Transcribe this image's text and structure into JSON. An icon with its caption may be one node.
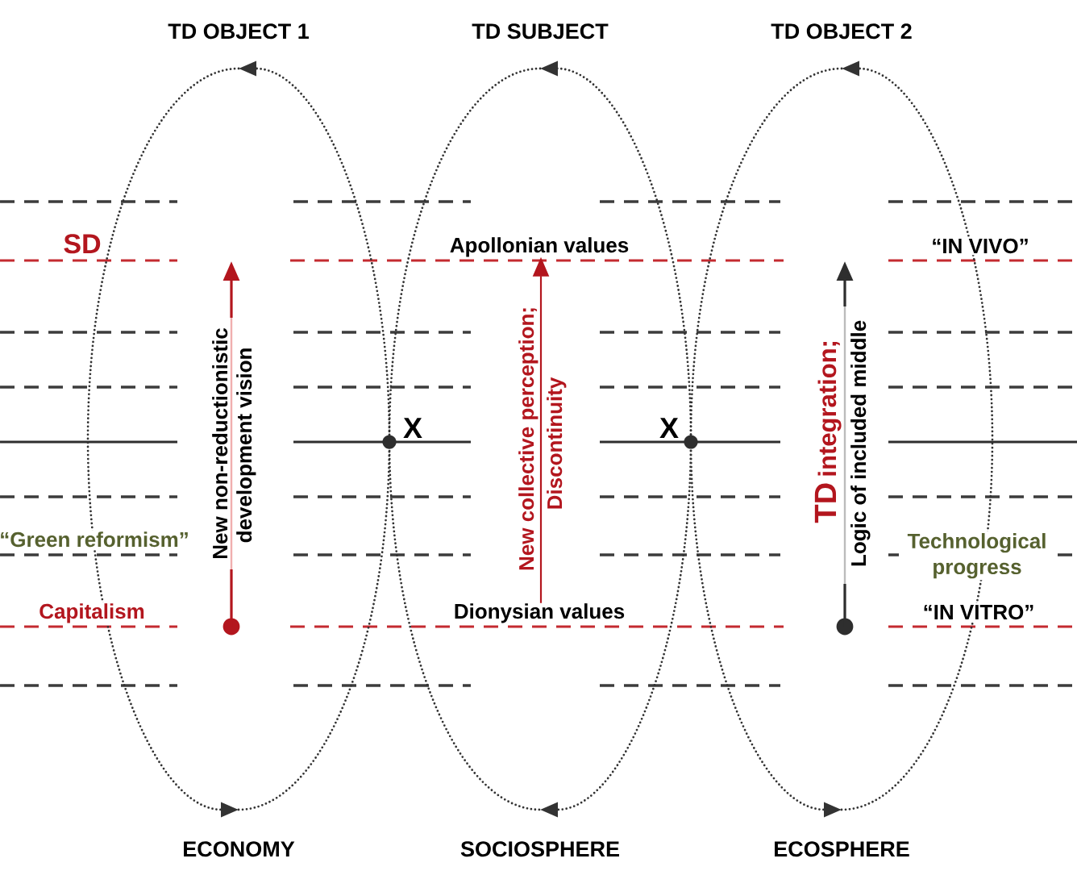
{
  "diagram": {
    "nodes": [
      {
        "text": [
          "TD OBJECT 1"
        ]
      },
      {
        "text": [
          "TD SUBJECT"
        ]
      },
      {
        "text": [
          "TD OBJECT 2"
        ]
      },
      {
        "text": [
          "Apollonian values"
        ]
      },
      {
        "text": [
          "Dionysian values"
        ]
      },
      {
        "text": [
          "ECONOMY"
        ]
      },
      {
        "text": [
          "SOCIOSPHERE"
        ]
      },
      {
        "text": [
          "ECOSPHERE"
        ]
      }
    ],
    "edges": [
      {
        "from": 5,
        "to": 0,
        "arrow": "to",
        "style": "dashed"
      },
      {
        "from": 0,
        "to": 5,
        "arrow": "to",
        "style": "dashed"
      },
      {
        "from": 1,
        "to": 6,
        "arrow": "both",
        "style": "dashed"
      },
      {
        "from": 1,
        "to": 6,
        "arrow": "none",
        "style": "dashed"
      },
      {
        "from": 7,
        "to": 2,
        "arrow": "to",
        "style": "dashed"
      },
      {
        "from": 2,
        "to": 7,
        "arrow": "to",
        "style": "dashed"
      },
      {
        "from": 4,
        "to": 3,
        "arrow": "to",
        "color": "#b3161e"
      }
    ],
    "labels": [
      "SD",
      "“IN VIVO”",
      "New non-reductionistic",
      "development vision",
      "New collective perception;",
      "Discontinuity",
      "TD",
      "integration;",
      "Logic of included middle",
      "X",
      "X",
      "“Green reformism”",
      "Technological progress",
      "Capitalism",
      "“IN VITRO”"
    ]
  }
}
